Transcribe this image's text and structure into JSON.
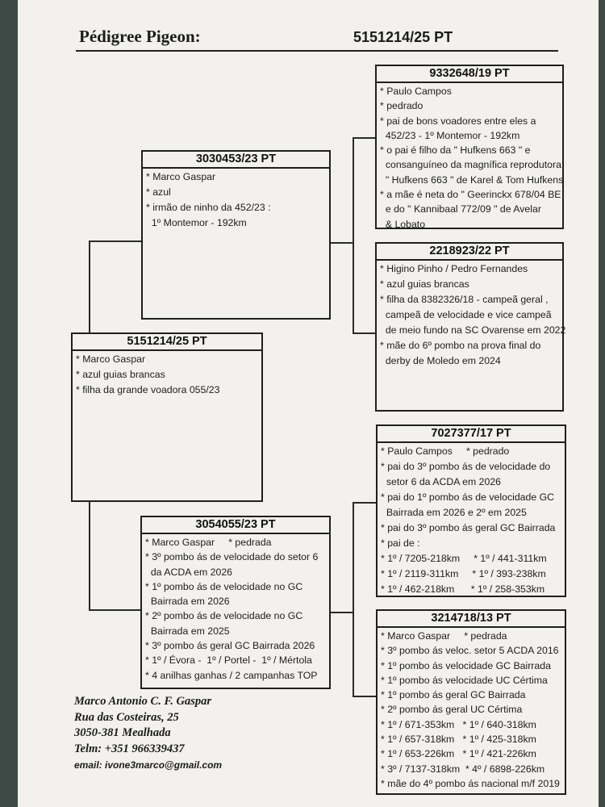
{
  "header": {
    "title": "Pédigree Pigeon:",
    "ring": "5151214/25   PT"
  },
  "subject": {
    "ring": "5151214/25   PT",
    "lines": [
      "* Marco Gaspar",
      "* azul guias brancas",
      "* filha da grande voadora 055/23"
    ]
  },
  "sire": {
    "ring": "3030453/23   PT",
    "lines": [
      "* Marco Gaspar",
      "* azul",
      "* irmão de ninho da 452/23 :",
      "  1º Montemor - 192km"
    ]
  },
  "dam": {
    "ring": "3054055/23   PT",
    "lines": [
      "* Marco Gaspar     * pedrada",
      "* 3º pombo ás de velocidade do setor 6",
      "  da ACDA em 2026",
      "* 1º pombo ás de velocidade no GC",
      "  Bairrada em 2026",
      "* 2º pombo ás de velocidade no GC",
      "  Bairrada em 2025",
      "* 3º pombo ás geral GC Bairrada 2026",
      "* 1º / Évora -  1º / Portel -  1º / Mértola",
      "* 4 anilhas ganhas / 2 campanhas TOP"
    ]
  },
  "sire_sire": {
    "ring": "9332648/19   PT",
    "lines": [
      "* Paulo Campos",
      "* pedrado",
      "* pai de bons voadores entre eles a",
      "  452/23 - 1º Montemor - 192km",
      "* o pai é filho da \" Hufkens 663 \" e",
      "  consanguíneo da magnífica reprodutora",
      "  \" Hufkens 663 \" de Karel & Tom Hufkens",
      "* a mãe é neta do \" Geerinckx 678/04 BE",
      "  e do \" Kannibaal 772/09 \" de Avelar",
      "  & Lobato"
    ]
  },
  "sire_dam": {
    "ring": "2218923/22   PT",
    "lines": [
      "* Higino Pinho / Pedro Fernandes",
      "* azul guias brancas",
      "* filha da 8382326/18 - campeã geral ,",
      "  campeã de velocidade e vice campeã",
      "  de meio fundo na SC Ovarense em 2022",
      "* mãe do 6º pombo na prova final do",
      "  derby de Moledo em 2024"
    ]
  },
  "dam_sire": {
    "ring": "7027377/17   PT",
    "lines": [
      "* Paulo Campos     * pedrado",
      "* pai do 3º pombo ás de velocidade do",
      "  setor 6 da ACDA em 2026",
      "* pai do 1º pombo ás de velocidade GC",
      "  Bairrada em 2026 e 2º em 2025",
      "* pai do 3º pombo ás geral GC Bairrada",
      "* pai de :",
      "* 1º / 7205-218km     * 1º / 441-311km",
      "* 1º / 2119-311km     * 1º / 393-238km",
      "* 1º / 462-218km      * 1º / 258-353km"
    ]
  },
  "dam_dam": {
    "ring": "3214718/13   PT",
    "lines": [
      "* Marco Gaspar     * pedrada",
      "* 3º pombo ás veloc. setor 5 ACDA 2016",
      "* 1º pombo ás velocidade GC Bairrada",
      "* 1º pombo ás velocidade UC Cértima",
      "* 1º pombo ás geral GC Bairrada",
      "* 2º pombo ás geral UC Cértima",
      "* 1º / 671-353km   * 1º / 640-318km",
      "* 1º / 657-318km   * 1º / 425-318km",
      "* 1º / 653-226km   * 1º / 421-226km",
      "* 3º / 7137-318km  * 4º / 6898-226km",
      "* mãe do 4º pombo ás nacional m/f 2019"
    ]
  },
  "owner": {
    "name": "Marco Antonio C. F. Gaspar",
    "street": "Rua das Costeiras, 25",
    "city": "3050-381 Mealhada",
    "phone": "Telm: +351 966339437",
    "email": "email: ivone3marco@gmail.com"
  }
}
